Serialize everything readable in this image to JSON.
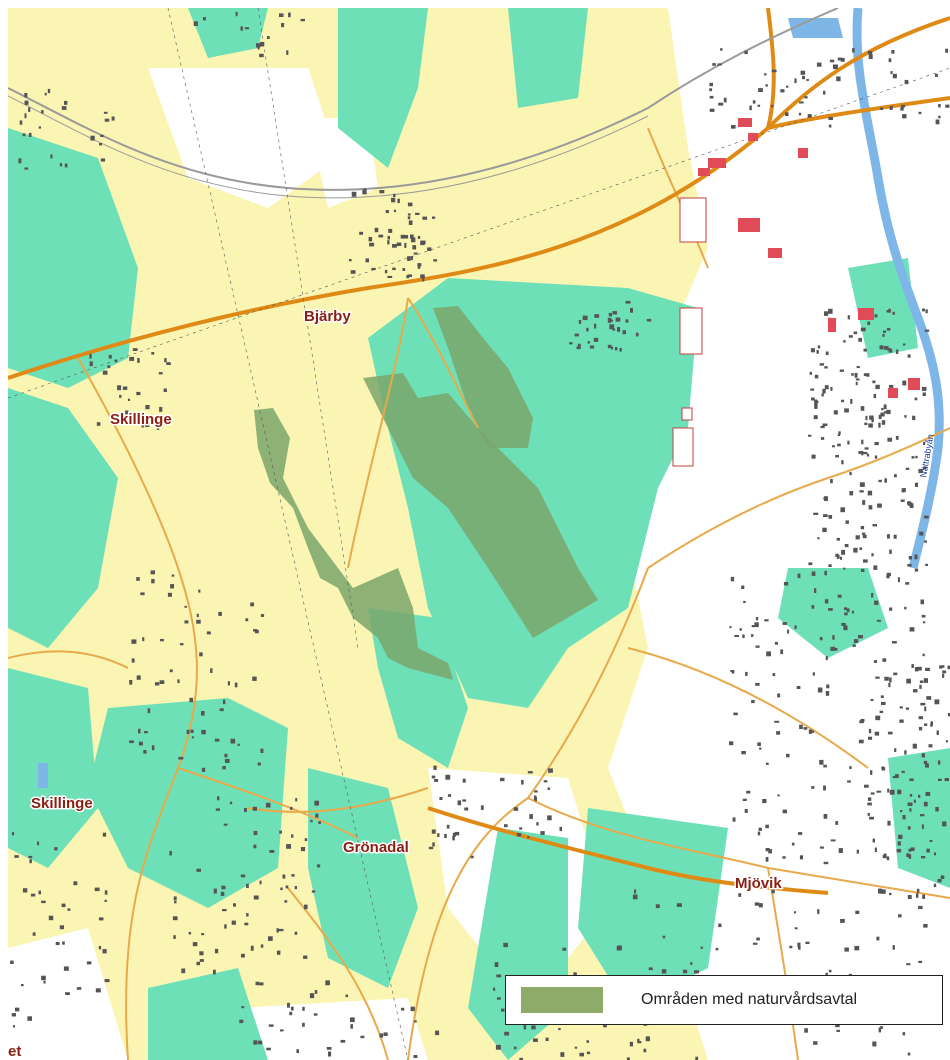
{
  "colors": {
    "open_land": "#fbf5b4",
    "forest": "#6ee0b8",
    "urban": "#ffffff",
    "main_road": "#e08a16",
    "minor_road": "#e8a94a",
    "water": "#7fb6e8",
    "building": "#555555",
    "public_building": "#e04b57",
    "conservation_area": "#7aa66b"
  },
  "places": [
    {
      "id": "bjarby",
      "label": "Bjärby"
    },
    {
      "id": "skillinge-n",
      "label": "Skillinge"
    },
    {
      "id": "skillinge-s",
      "label": "Skillinge"
    },
    {
      "id": "gronadal",
      "label": "Grönadal"
    },
    {
      "id": "mjovik",
      "label": "Mjövik"
    },
    {
      "id": "edge-left",
      "label": "et"
    }
  ],
  "water_label": "Nättrabyån",
  "legend": {
    "label": "Områden med naturvårdsavtal",
    "swatch_color": "#8eab6a"
  }
}
